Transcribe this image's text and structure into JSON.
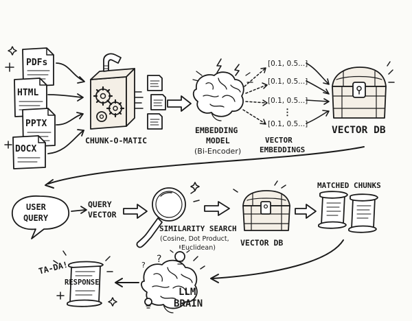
{
  "docs": [
    "PDFs",
    "HTML",
    "PPTX",
    "DOCX"
  ],
  "chunker": {
    "label": "CHUNK-O-MATIC"
  },
  "embedding": {
    "line1": "EMBEDDING",
    "line2": "MODEL",
    "line3": "(Bi-Encoder)"
  },
  "vectors": {
    "items": [
      "[0.1, 0.5...]",
      "[0.1, 0.5...]",
      "[0.1, 0.5...]",
      "[0.1, 0.5...]"
    ],
    "ellipsis": "⋮",
    "label1": "VECTOR",
    "label2": "EMBEDDINGS"
  },
  "vectordb_top": {
    "label": "VECTOR DB"
  },
  "user_query": {
    "line1": "USER",
    "line2": "QUERY"
  },
  "query_vector": {
    "line1": "QUERY",
    "line2": "VECTOR"
  },
  "similarity": {
    "line1": "SIMILARITY SEARCH",
    "line2": "(Cosine, Dot Product,",
    "line3": "Euclidean)"
  },
  "vectordb_bottom": {
    "label": "VECTOR DB"
  },
  "matched": {
    "label": "MATCHED CHUNKS"
  },
  "llm": {
    "line1": "LLM",
    "line2": "BRAIN"
  },
  "response": {
    "label": "RESPONSE",
    "tada": "TA-DA!"
  }
}
